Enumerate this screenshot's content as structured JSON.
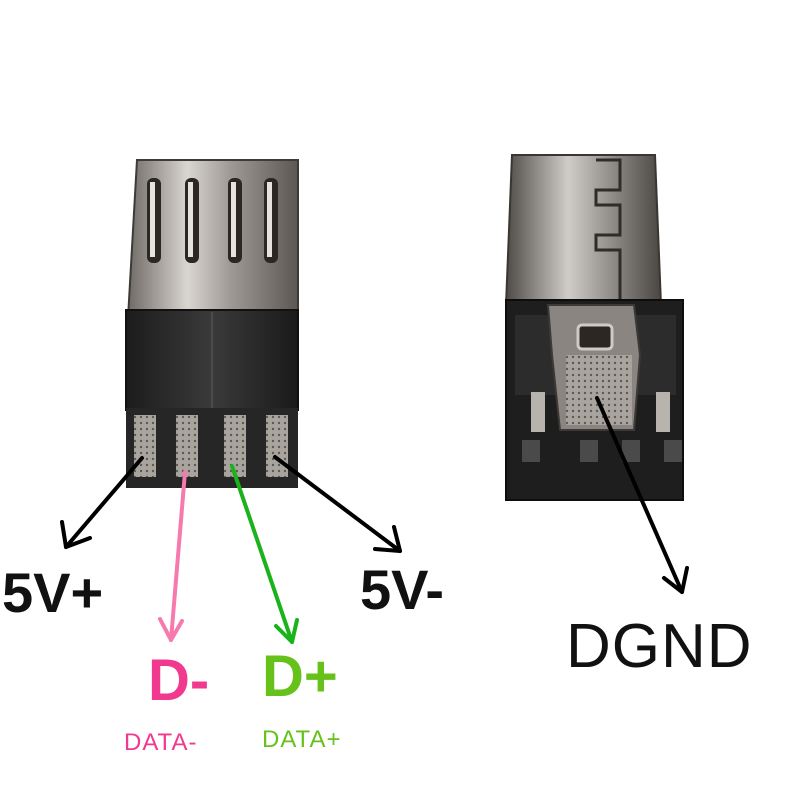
{
  "labels": {
    "vplus": "5V+",
    "vminus": "5V-",
    "dminus": "D-",
    "dplus": "D+",
    "data_minus": "DATA-",
    "data_plus": "DATA+",
    "dgnd": "DGND"
  },
  "colors": {
    "black_arrow": "#000000",
    "dminus": "#f0398f",
    "dminus_arrow": "#f77aae",
    "dplus": "#66c21a",
    "dplus_arrow": "#1bb31b"
  }
}
